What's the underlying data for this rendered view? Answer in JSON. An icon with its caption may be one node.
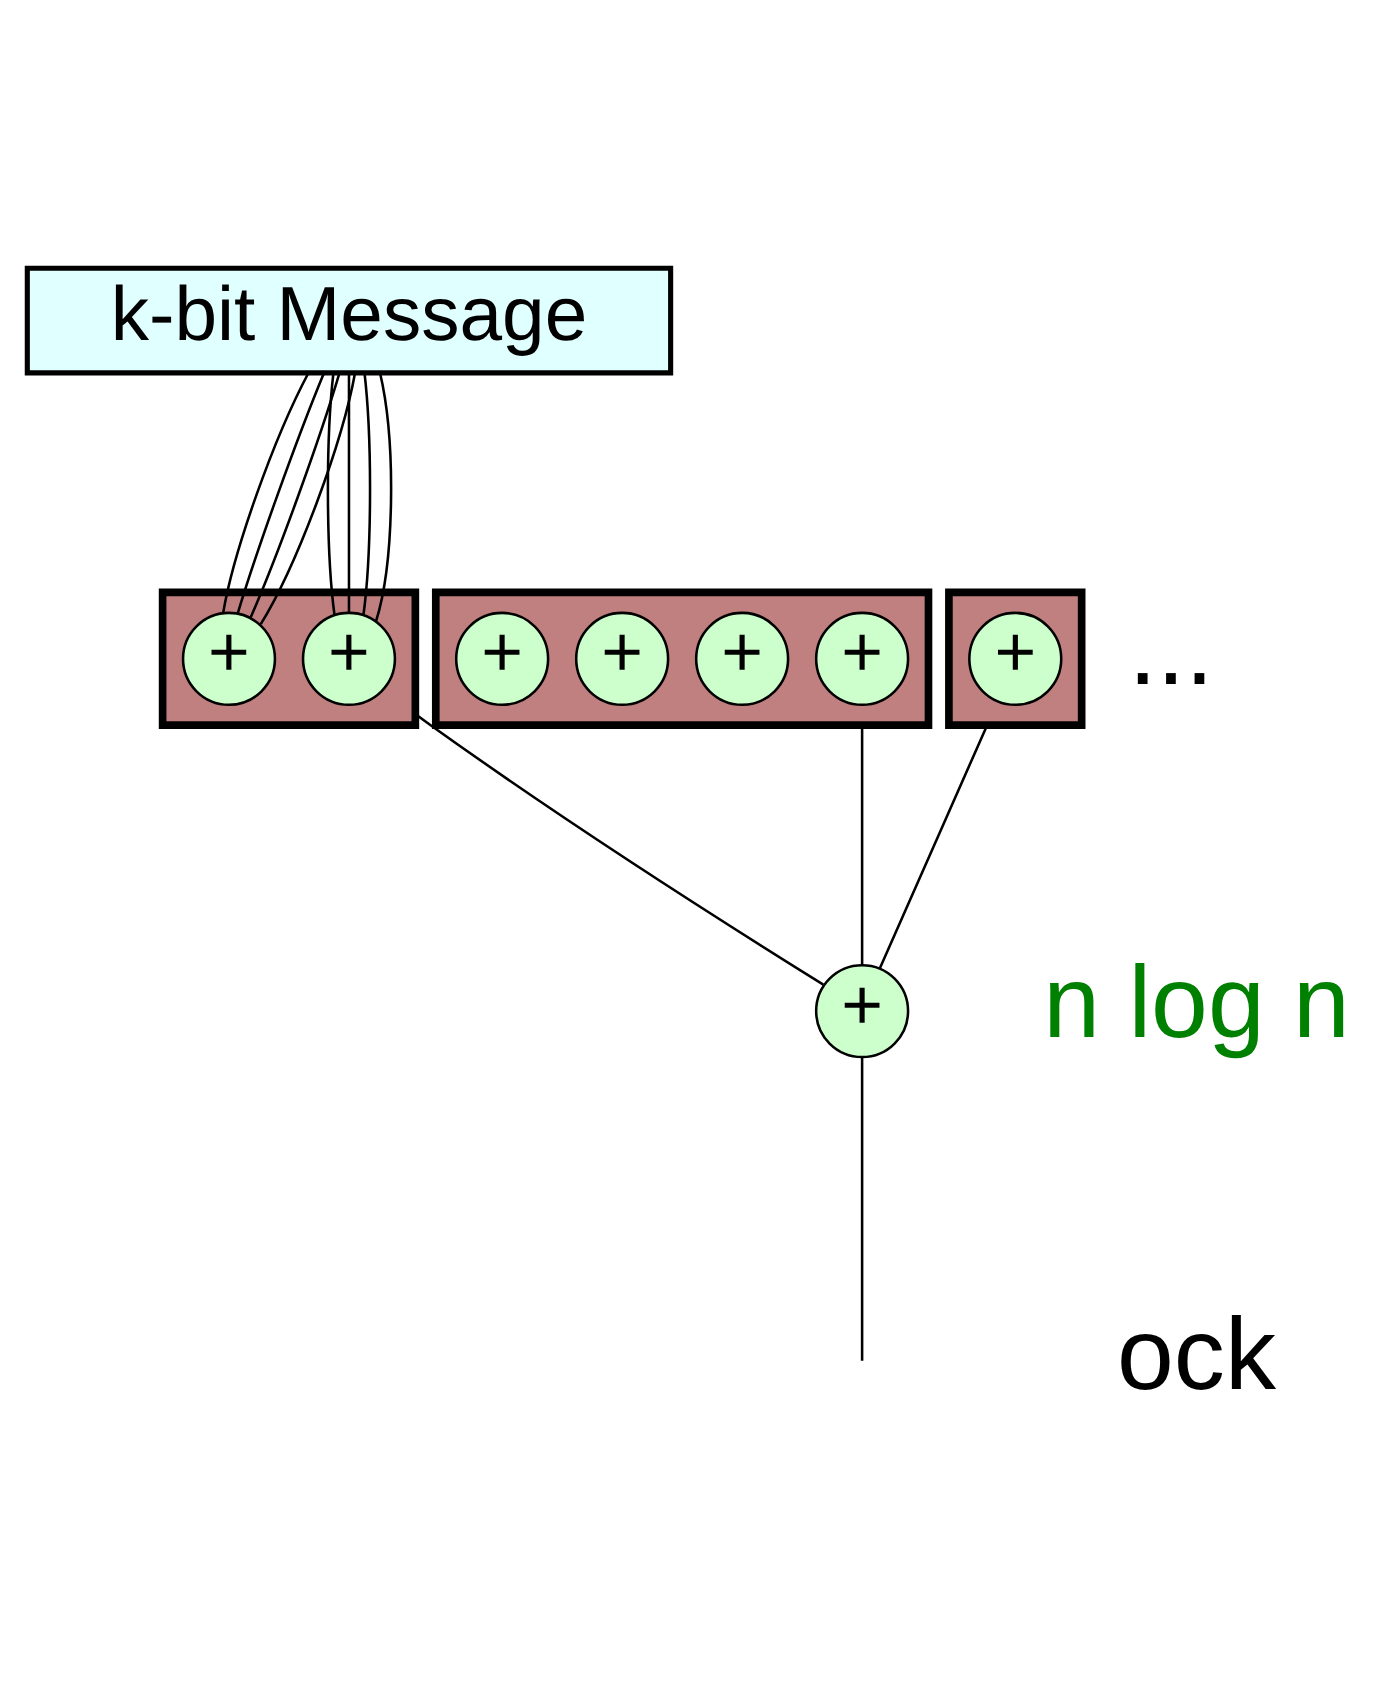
{
  "diagram": {
    "nodes": [
      {
        "text": [
          "k-bit Message"
        ]
      },
      {
        "text": [],
        "shape": "box"
      },
      {
        "text": [
          "+"
        ],
        "in": 1
      },
      {
        "text": [],
        "shape": "box"
      },
      {
        "text": [
          "+"
        ],
        "in": 3
      },
      {
        "text": [
          "+"
        ],
        "in": 3
      },
      {
        "text": [],
        "shape": "box"
      },
      {
        "text": [
          "+"
        ],
        "in": 6
      },
      {
        "text": [
          "+"
        ],
        "in": 6
      },
      {
        "text": [
          "+"
        ],
        "in": 6
      },
      {
        "text": [
          "+"
        ],
        "in": 6
      },
      {
        "text": [
          "+"
        ]
      }
    ],
    "edges": [
      {
        "from": 0,
        "to": 4,
        "arrow": "none"
      },
      {
        "from": 0,
        "to": 5,
        "arrow": "none"
      },
      {
        "from": 0,
        "to": 4,
        "arrow": "none"
      },
      {
        "from": 0,
        "to": 5,
        "arrow": "none"
      },
      {
        "from": 0,
        "to": 4,
        "arrow": "none"
      },
      {
        "from": 0,
        "to": 5,
        "arrow": "none"
      },
      {
        "from": 0,
        "to": 4,
        "arrow": "none"
      },
      {
        "from": 0,
        "to": 5,
        "arrow": "none"
      },
      {
        "from": 1,
        "to": 11,
        "arrow": "none"
      },
      {
        "from": 3,
        "to": 11,
        "arrow": "none"
      },
      {
        "from": 6,
        "to": 11,
        "arrow": "none"
      },
      {
        "from": 11,
        "to": null,
        "arrow": "none"
      }
    ],
    "labels": [
      "...",
      "n log n",
      "ock"
    ]
  }
}
